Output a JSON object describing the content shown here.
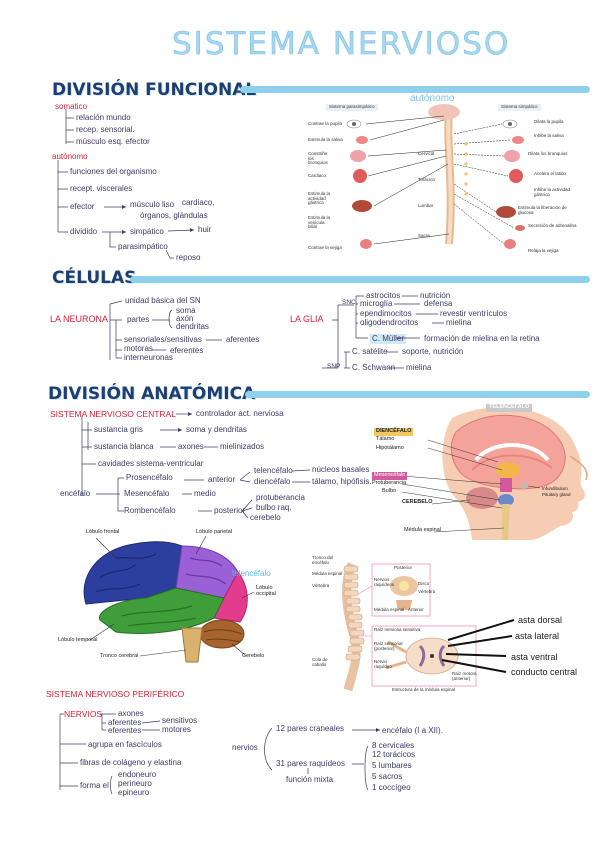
{
  "title": "SISTEMA NERVIOSO",
  "sections": {
    "funcional": "DIVISIÓN FUNCIONAL",
    "celulas": "CÉLULAS",
    "anatomica": "DIVISIÓN ANATÓMICA"
  },
  "funcional": {
    "somatico": "somatico",
    "som_items": [
      "relación mundo",
      "recep. sensorial.",
      "músculo esq. efector"
    ],
    "autonomo": "autónomo",
    "aut_items": [
      "funciones del organismo",
      "recept. viscerales",
      "efector",
      "dividido"
    ],
    "efector_detail": [
      "músculo liso",
      "cardiaco,",
      "órganos, glándulas"
    ],
    "simpatico": "simpático",
    "huir": "huir",
    "parasimpatico": "parasimpático",
    "reposo": "reposo"
  },
  "autonomo_diagram": {
    "label": "autónomo",
    "left_header": "Sistema parasimpático",
    "right_header": "Sistema simpático",
    "left_labels": [
      "Contrae la pupila",
      "Estimula la saliva",
      "Constriñe los bronquios",
      "Cardiaco",
      "Estimula la actividad gástrica",
      "Estimula la vesícula biliar",
      "Contrae la vejiga"
    ],
    "right_labels": [
      "Dilata la pupila",
      "Inhibe la saliva",
      "Dilata los bronquios",
      "Acelera el latido",
      "Inhibe la actividad gástrica",
      "Estimula la liberación de glucosa",
      "Secreción de adrenalina",
      "Relaja la vejiga"
    ],
    "center_labels": [
      "Cervical",
      "Torácica",
      "Lumbar",
      "Sacra"
    ]
  },
  "celulas": {
    "neurona": "LA NEURONA",
    "unidad": "unidad básica del SN",
    "partes": "partes",
    "partes_items": [
      "soma",
      "axón",
      "dendritas"
    ],
    "sensoriales": "sensoriales/sensitivas",
    "aferentes": "aferentes",
    "motoras": "motoras",
    "eferentes": "eferentes",
    "interneuronas": "interneuronas",
    "glia": "LA GLIA",
    "snc": "SNC",
    "snp": "SNP",
    "astrocitos": "astrocitos",
    "nutricion": "nutrición",
    "microglia": "microglía",
    "defensa": "defensa",
    "ependimocitos": "ependimocitos",
    "revestir": "revestir ventrículos",
    "oligodendrocitos": "oligodendrocitos",
    "mielina": "mielina",
    "muller": "C. Müller",
    "muller_fn": "formación de mielina en la retina",
    "satelite": "C. satélite",
    "satelite_fn": "soporte, nutrición",
    "schwann": "C. Schwann",
    "schwann_fn": "mielina"
  },
  "anatomica": {
    "snc": "SISTEMA NERVIOSO CENTRAL",
    "snc_fn": "controlador act. nerviosa",
    "gris": "sustancia gris",
    "gris_fn": "soma y dendritas",
    "blanca": "sustancia blanca",
    "blanca_fn": "axones",
    "blanca_fn2": "mielinizados",
    "cavidades": "cavidades sistema-ventricular",
    "encefalo": "encéfalo",
    "prosencefalo": "Prosencéfalo",
    "anterior": "anterior",
    "telencefalo": "telencéfalo",
    "nucleos": "núcleos basales",
    "diencefalo": "diencéfalo",
    "talamo": "tálamo, hipófisis...",
    "mesencefalo": "Mesencéfalo",
    "medio": "medio",
    "rombencefalo": "Rombencéfalo",
    "posterior": "posterior",
    "protuberancia": "protuberancia",
    "bulbo": "bulbo raq.",
    "cerebelo": "cerebelo"
  },
  "head_labels": {
    "telencefalo": "TELENCÉFALO",
    "diencefalo": "DIENCÉFALO",
    "talamo": "Tálamo",
    "hipotalamo": "Hipotálamo",
    "mesencefalo": "Mesencéfalo",
    "protuberancia": "Protuberancia",
    "bulbo": "Bulbo",
    "cerebelo": "CEREBELO",
    "infundibulo": "Infundibulum",
    "pituitaria": "Pituitary gland",
    "medula": "Médula espinal"
  },
  "brain_labels": {
    "frontal": "Lóbulo frontal",
    "parietal": "Lóbulo parietal",
    "telencefalo": "telencéfalo",
    "occipital": "Lóbulo occipital",
    "temporal": "Lóbulo temporal",
    "tronco": "Tronco cerebral",
    "cerebelo": "Cerebelo"
  },
  "spine_labels": {
    "tronco": "Tronco del encéfalo",
    "medula": "Médula espinal",
    "vertebra": "Vértebra",
    "cola": "Cola de caballo",
    "posterior": "Posterior",
    "nervios": "Nervios raquídeos",
    "disco": "Disco",
    "vertebra2": "Vértebra",
    "medula2": "Médula espinal",
    "anterior": "Anterior",
    "raiz_sens": "Raíz nerviosa sensitiva",
    "raiz_post": "Raíz sensorial (posterior)",
    "nervio": "Nervio raquídeo",
    "raiz_motora": "Raíz motora (anterior)",
    "estructura": "Estructura de la médula espinal"
  },
  "medula_hand": [
    "asta dorsal",
    "asta lateral",
    "asta ventral",
    "conducto central"
  ],
  "snp": {
    "title": "SISTEMA NERVIOSO PERIFÉRICO",
    "nervios": "NERVIOS",
    "axones": "axones",
    "aferentes": "aferentes",
    "sensitivos": "sensitivos",
    "eferentes": "eferentes",
    "motores": "motores",
    "agrupa": "agrupa en fascículos",
    "fibras": "fibras de colágeno y elastina",
    "forma": "forma el",
    "forma_items": [
      "endoneuro",
      "perineuro",
      "epineuro"
    ],
    "nervios2": "nervios",
    "craneales": "12 pares craneales",
    "craneales_fn": "encéfalo (I a XII).",
    "raquideos": "31 pares raquídeos",
    "funcion": "función mixta",
    "raq_items": [
      "8 cervicales",
      "12 torácicos",
      "5 lumbares",
      "5 sacros",
      "1 coccígeo"
    ]
  },
  "colors": {
    "title": "#a7d7f0",
    "section": "#1d3e72",
    "bar": "#8fd0ec",
    "red": "#d9203a",
    "ink": "#3c3c64"
  }
}
